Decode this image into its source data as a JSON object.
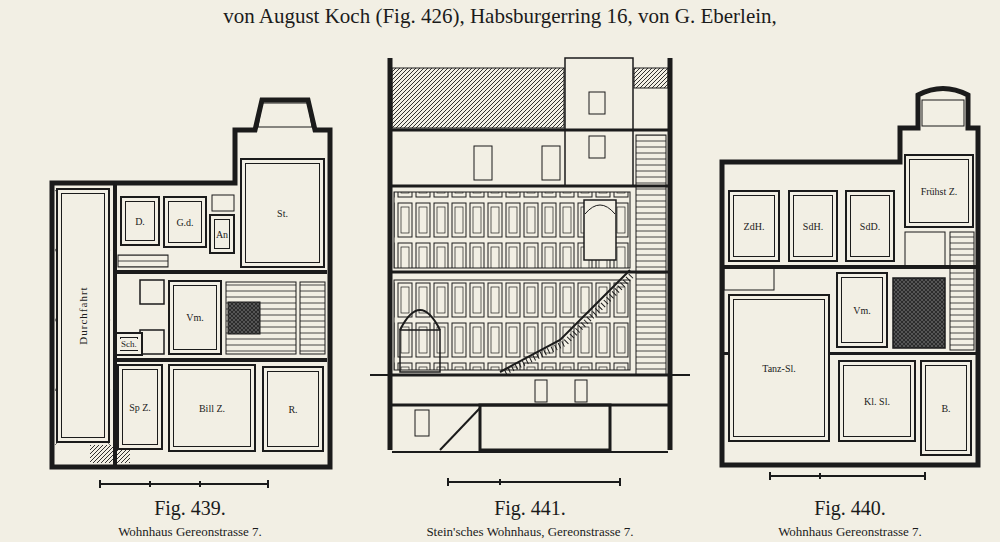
{
  "diagram": {
    "nodes": [
      {
        "text": [
          "Durchfahrt"
        ]
      },
      {
        "text": [
          "D."
        ]
      },
      {
        "text": [
          "G.d."
        ]
      },
      {
        "text": [
          "An"
        ]
      },
      {
        "text": [
          "St."
        ]
      },
      {
        "text": [
          "Vm."
        ]
      },
      {
        "text": [
          "Sch."
        ]
      },
      {
        "text": [
          "Sp Z."
        ]
      },
      {
        "text": [
          "Bill Z."
        ]
      },
      {
        "text": [
          "R."
        ]
      },
      {
        "text": [
          "ZdH."
        ]
      },
      {
        "text": [
          "SdH."
        ]
      },
      {
        "text": [
          "SdD."
        ]
      },
      {
        "text": [
          "Frühst Z."
        ]
      },
      {
        "text": [
          "Vm."
        ]
      },
      {
        "text": [
          "Tanz-Sl."
        ]
      },
      {
        "text": [
          "Kl. Sl."
        ]
      },
      {
        "text": [
          "B."
        ]
      }
    ],
    "labels": [
      "von August Koch (Fig. 426), Habsburgerring 16, von G. Eberlein,",
      "Fig. 439.",
      "Wohnhaus Gereonstrasse 7.",
      "Fig. 441.",
      "Stein'sches Wohnhaus, Gereonstrasse 7.",
      "Fig. 440.",
      "Wohnhaus Gereonstrasse 7."
    ]
  }
}
